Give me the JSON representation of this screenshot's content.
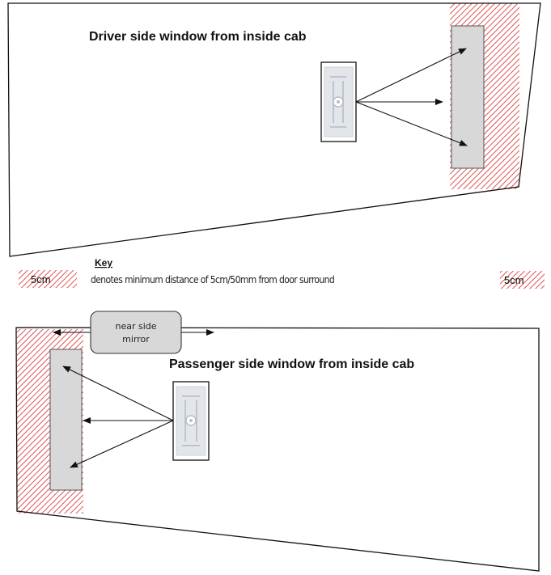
{
  "driver": {
    "title": "Driver side window from inside cab"
  },
  "key": {
    "heading": "Key",
    "description": "denotes minimum distance of 5cm/50mm from door surround",
    "swatch_left_label": "5cm",
    "swatch_right_label": "5cm"
  },
  "passenger": {
    "title": "Passenger side window from inside cab",
    "mirror_label_line1": "near side",
    "mirror_label_line2": "mirror"
  },
  "colors": {
    "hatch": "#d42a2a",
    "zone": "#d8d8d8",
    "outline": "#111111"
  }
}
